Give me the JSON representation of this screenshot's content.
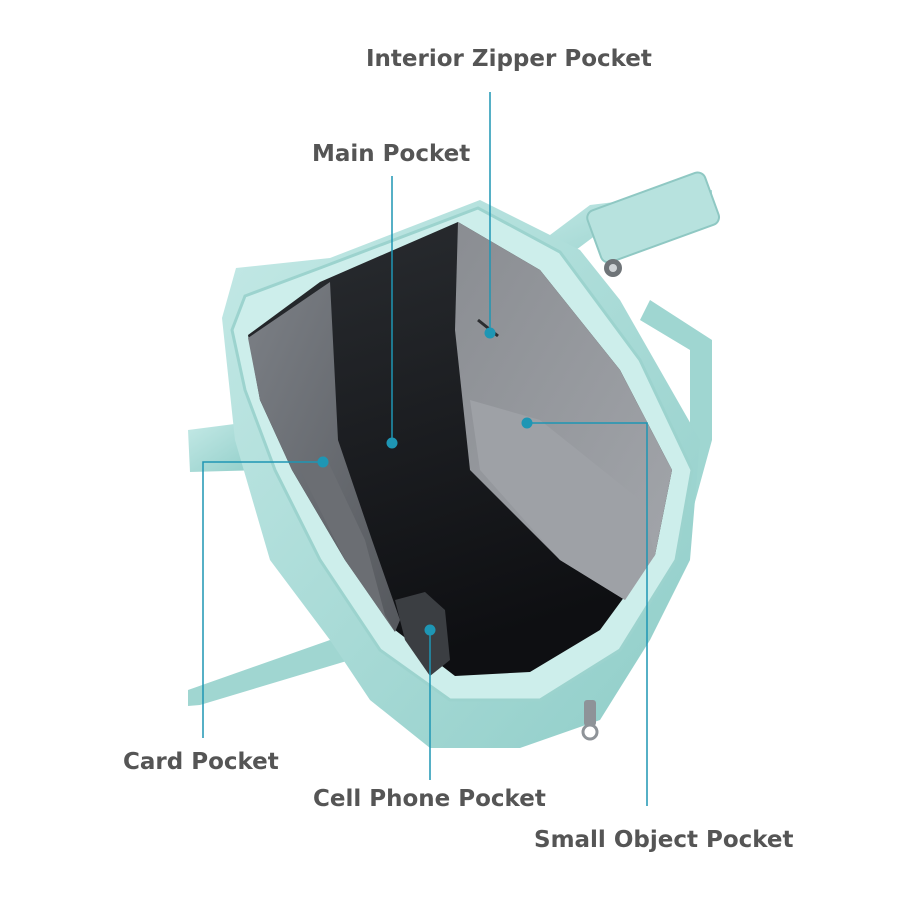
{
  "labels": {
    "interior_zipper_pocket": "Interior Zipper Pocket",
    "main_pocket": "Main Pocket",
    "card_pocket": "Card Pocket",
    "cell_phone_pocket": "Cell Phone Pocket",
    "small_object_pocket": "Small Object Pocket"
  },
  "colors": {
    "callout": "#1e96b4",
    "label_text": "#555555",
    "bag_mint": "#a9dcd8",
    "lining_grey": "#5f6266",
    "interior_dark": "#15171b"
  }
}
